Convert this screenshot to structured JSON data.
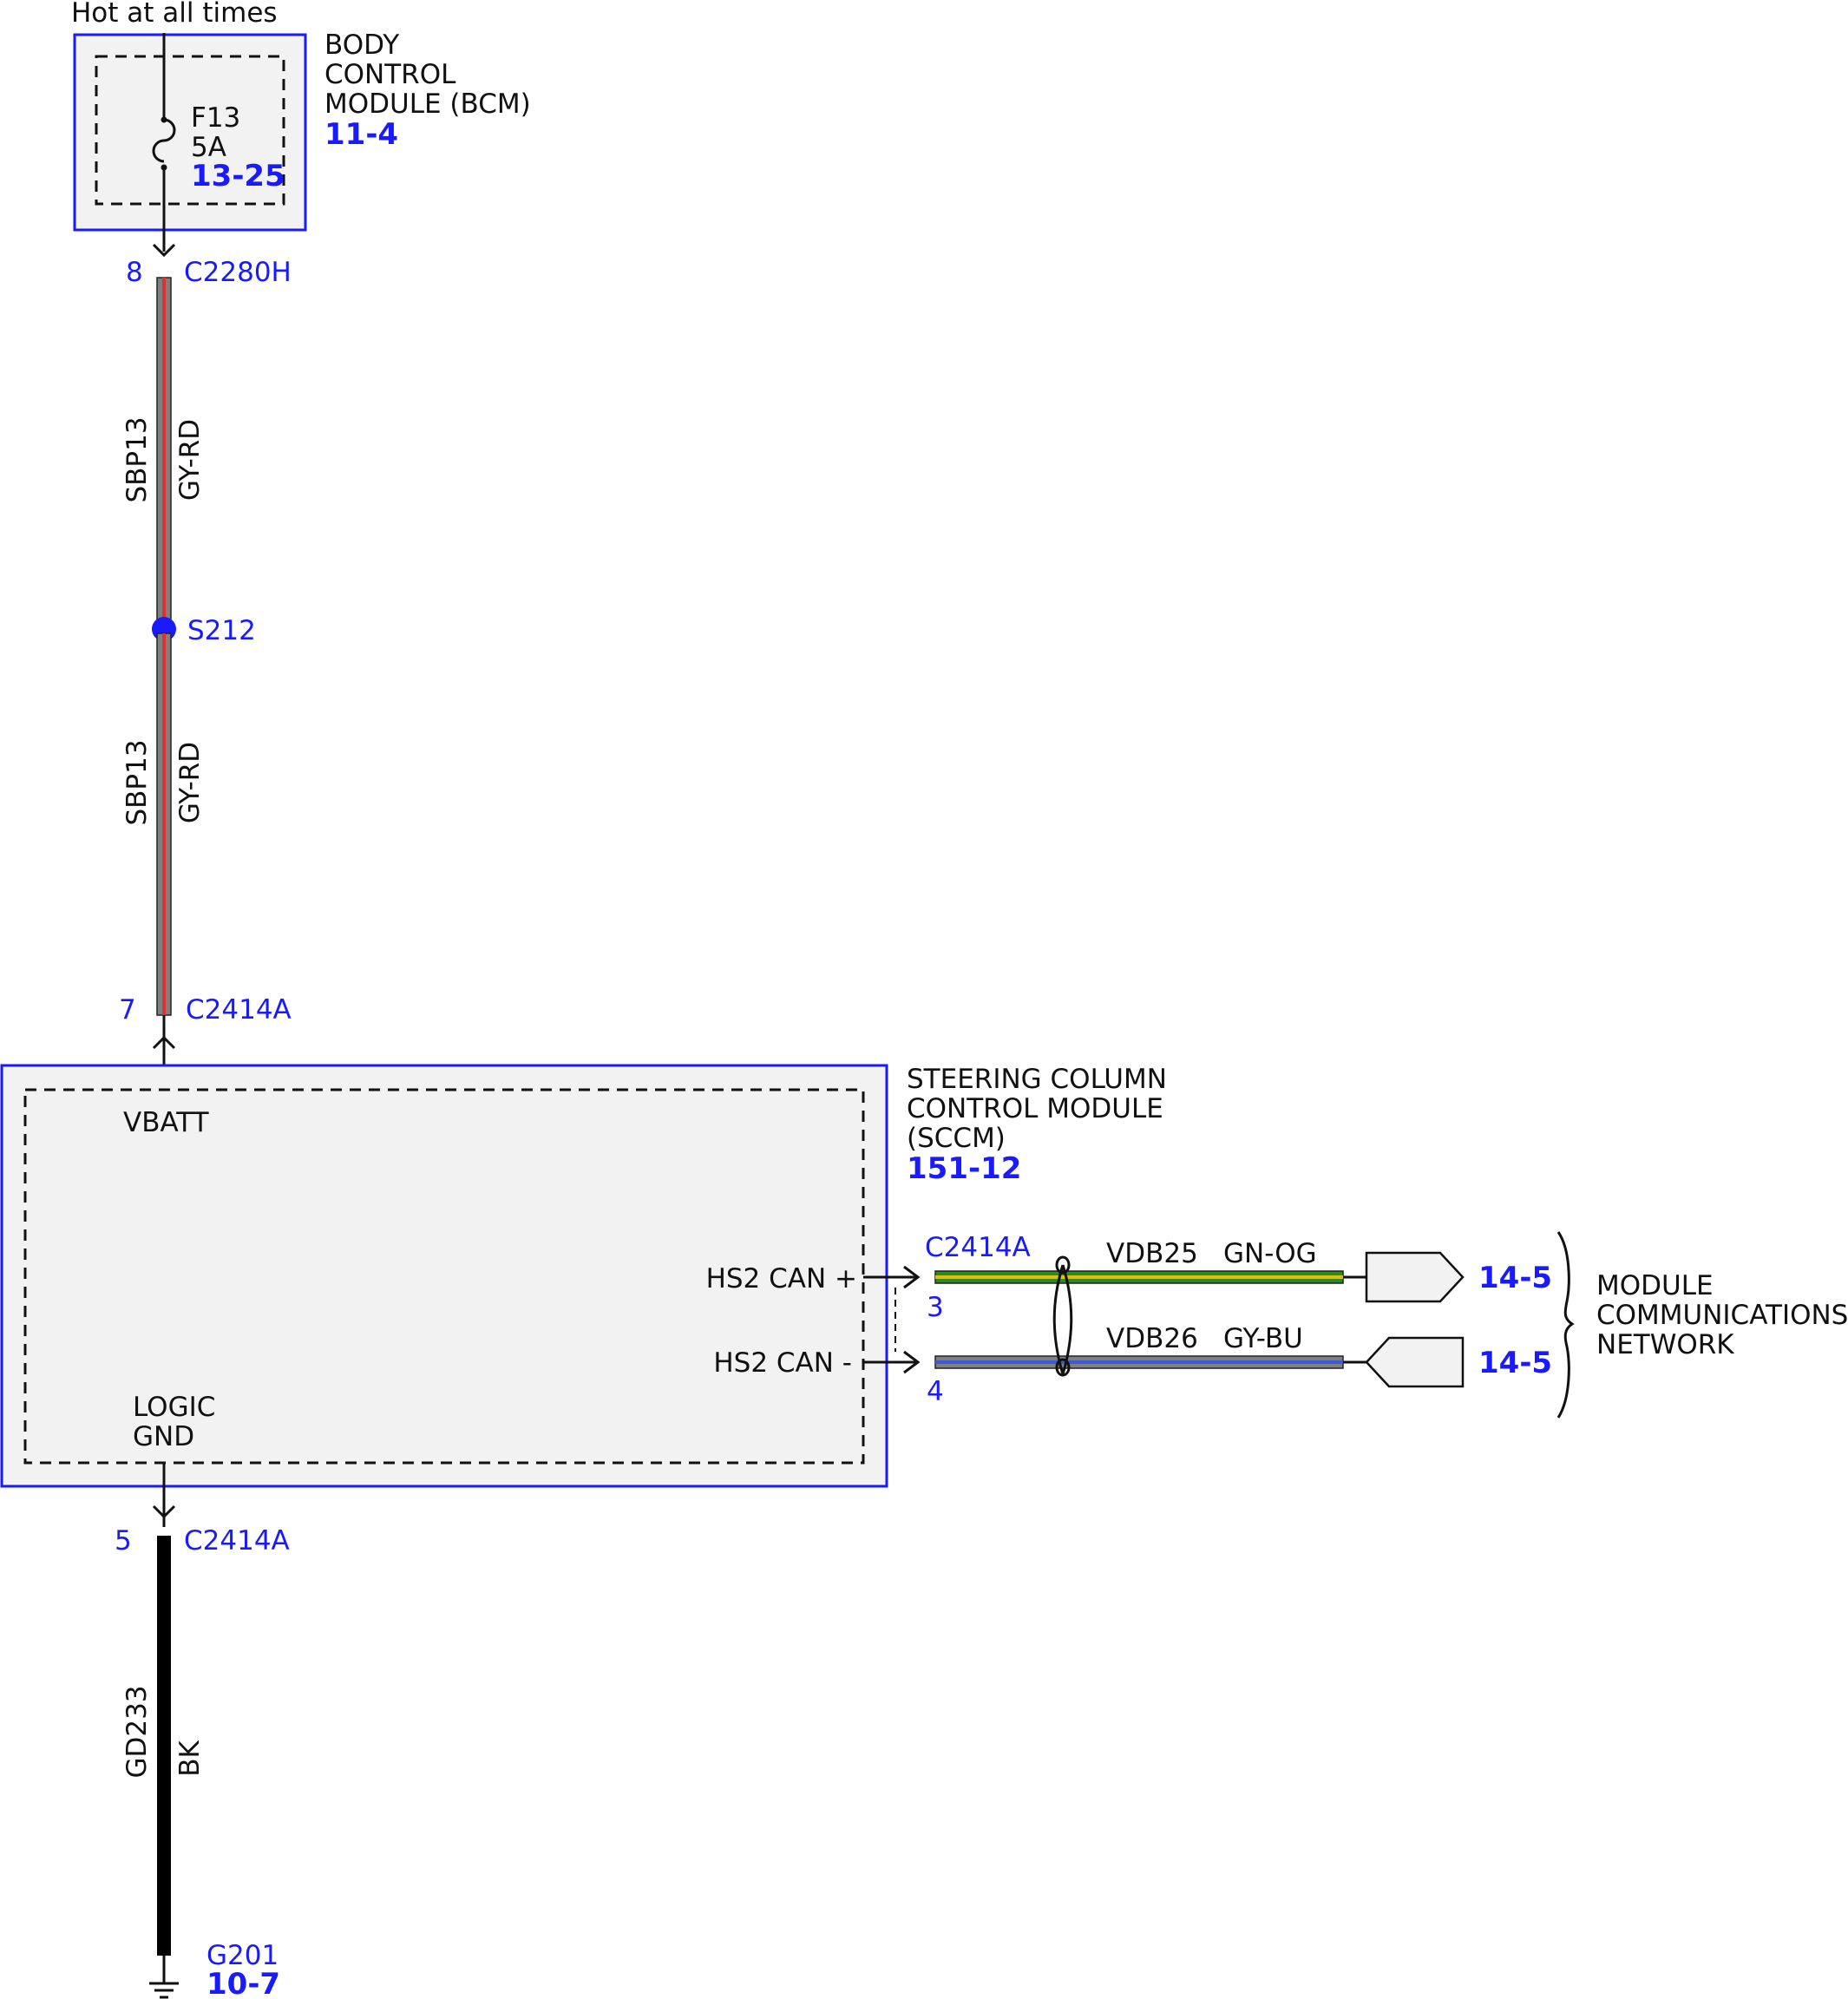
{
  "colors": {
    "module_border": "#1a1aff",
    "module_fill": "#f2f2f2",
    "text_blue": "#1a1aff",
    "wire_gy": "#808080",
    "wire_rd": "#e03030",
    "wire_gn": "#2e8b22",
    "wire_og": "#e0c000",
    "wire_bu": "#3a5bd9",
    "wire_bk": "#000000"
  },
  "power": {
    "label": "Hot at all times"
  },
  "bcm": {
    "name_lines": [
      "BODY",
      "CONTROL",
      "MODULE (BCM)"
    ],
    "ref": "11-4",
    "fuse": {
      "name": "F13",
      "rating": "5A",
      "ref": "13-25"
    }
  },
  "connector_top": {
    "pin": "8",
    "name": "C2280H"
  },
  "wire_upper": {
    "circuit": "SBP13",
    "color_code": "GY-RD"
  },
  "splice": {
    "name": "S212"
  },
  "wire_lower": {
    "circuit": "SBP13",
    "color_code": "GY-RD"
  },
  "connector_vbatt": {
    "pin": "7",
    "name": "C2414A"
  },
  "sccm": {
    "name_lines": [
      "STEERING COLUMN",
      "CONTROL MODULE",
      "(SCCM)"
    ],
    "ref": "151-12",
    "pins": {
      "vbatt": "VBATT",
      "can_high": "HS2 CAN +",
      "can_low": "HS2 CAN -",
      "logic_gnd_lines": [
        "LOGIC",
        "GND"
      ]
    }
  },
  "can": {
    "connector": "C2414A",
    "high": {
      "pin": "3",
      "circuit": "VDB25",
      "color_code": "GN-OG",
      "ref": "14-5"
    },
    "low": {
      "pin": "4",
      "circuit": "VDB26",
      "color_code": "GY-BU",
      "ref": "14-5"
    },
    "network_lines": [
      "MODULE",
      "COMMUNICATIONS",
      "NETWORK"
    ]
  },
  "connector_gnd": {
    "pin": "5",
    "name": "C2414A"
  },
  "wire_ground": {
    "circuit": "GD233",
    "color_code": "BK"
  },
  "ground": {
    "name": "G201",
    "ref": "10-7"
  }
}
